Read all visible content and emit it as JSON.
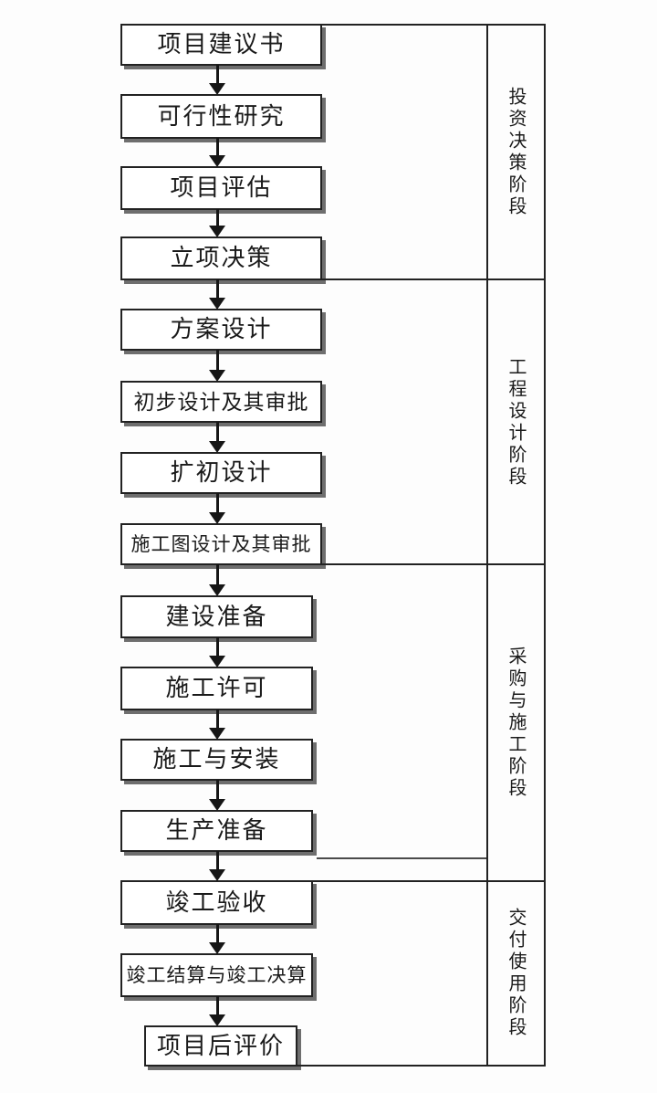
{
  "flow": {
    "boxes": [
      {
        "label": "项目建议书"
      },
      {
        "label": "可行性研究"
      },
      {
        "label": "项目评估"
      },
      {
        "label": "立项决策"
      },
      {
        "label": "方案设计"
      },
      {
        "label": "初步设计及其审批"
      },
      {
        "label": "扩初设计"
      },
      {
        "label": "施工图设计及其审批"
      },
      {
        "label": "建设准备"
      },
      {
        "label": "施工许可"
      },
      {
        "label": "施工与安装"
      },
      {
        "label": "生产准备"
      },
      {
        "label": "竣工验收"
      },
      {
        "label": "竣工结算与竣工决算"
      },
      {
        "label": "项目后评价"
      }
    ],
    "phases": [
      {
        "label": "投资决策阶段"
      },
      {
        "label": "工程设计阶段"
      },
      {
        "label": "采购与施工阶段"
      },
      {
        "label": "交付使用阶段"
      }
    ],
    "colors": {
      "background": "#fdfdfd",
      "box_fill": "#ffffff",
      "line": "#222222",
      "shadow": "#6e6e6e",
      "text": "#1a1a1a"
    }
  }
}
